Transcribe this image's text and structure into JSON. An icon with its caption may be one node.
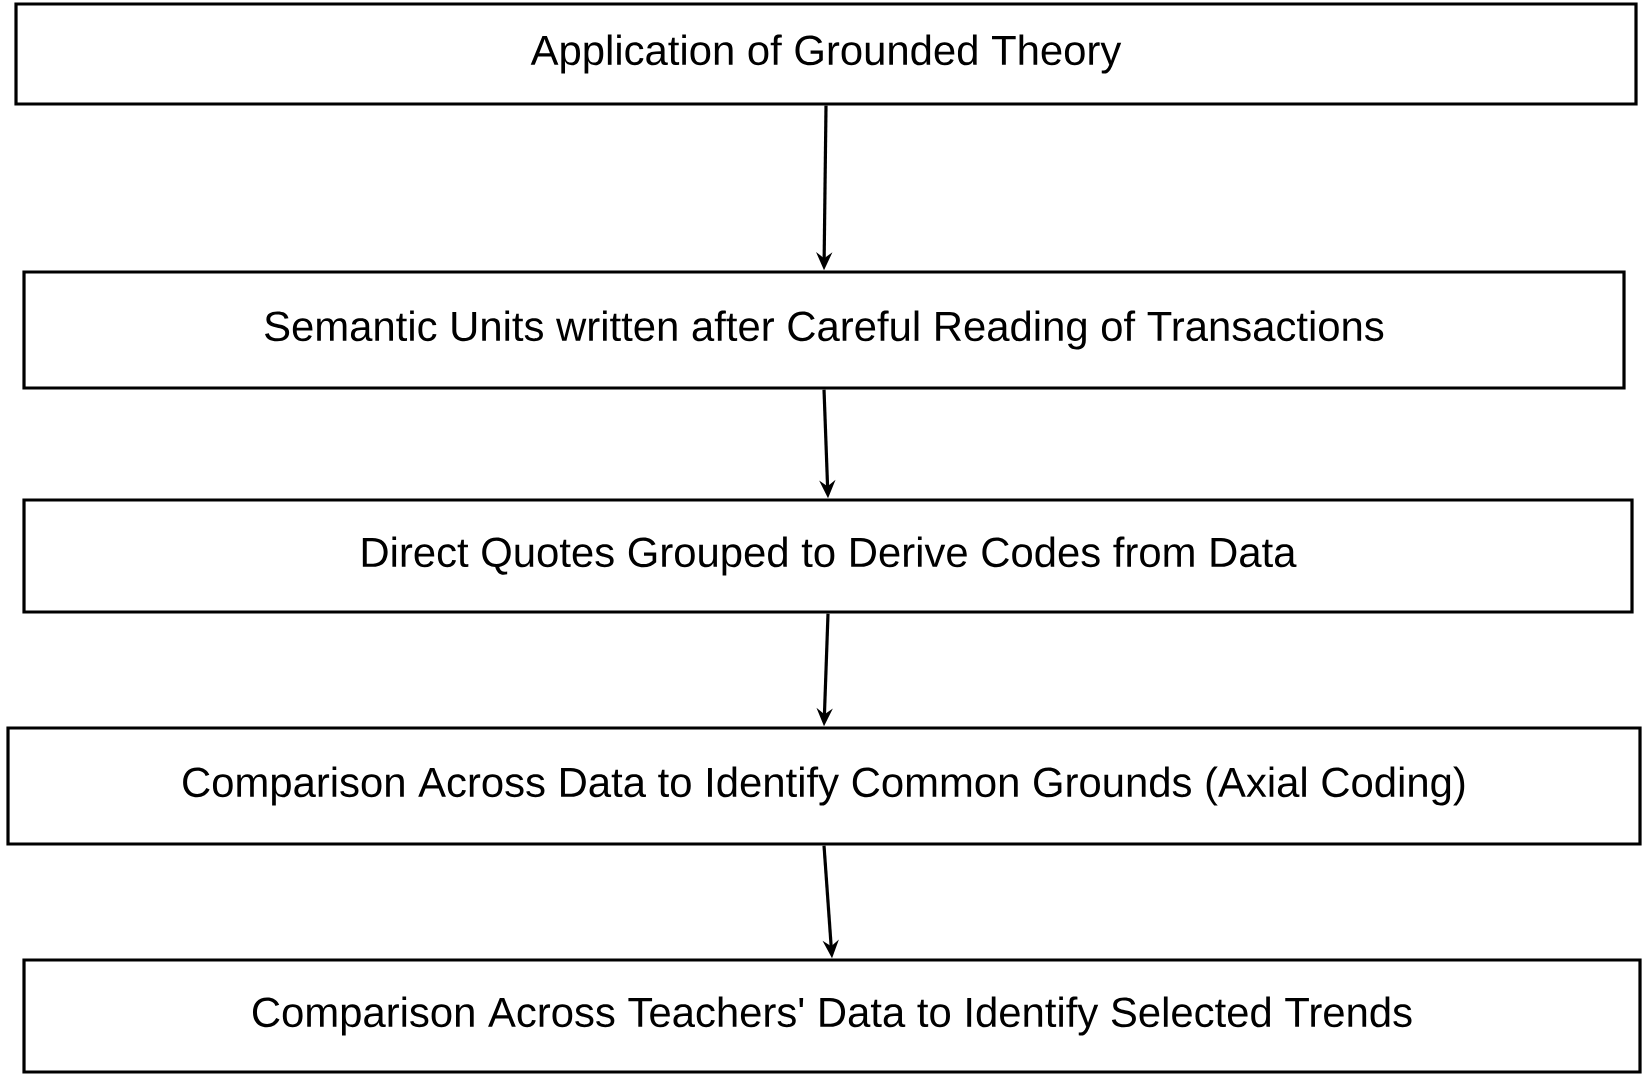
{
  "diagram": {
    "nodes": [
      {
        "text": [
          "Application of Grounded Theory"
        ]
      },
      {
        "text": [
          "Semantic Units written after Careful Reading of Transactions"
        ]
      },
      {
        "text": [
          "Direct Quotes Grouped to Derive Codes from Data"
        ]
      },
      {
        "text": [
          "Comparison Across Data to Identify Common Grounds (Axial Coding)"
        ]
      },
      {
        "text": [
          "Comparison Across Teachers' Data to Identify Selected Trends"
        ]
      }
    ],
    "edges": [
      {
        "from": 0,
        "to": 1,
        "arrow": "to"
      },
      {
        "from": 1,
        "to": 2,
        "arrow": "to"
      },
      {
        "from": 2,
        "to": 3,
        "arrow": "to"
      },
      {
        "from": 3,
        "to": 4,
        "arrow": "to"
      }
    ]
  }
}
